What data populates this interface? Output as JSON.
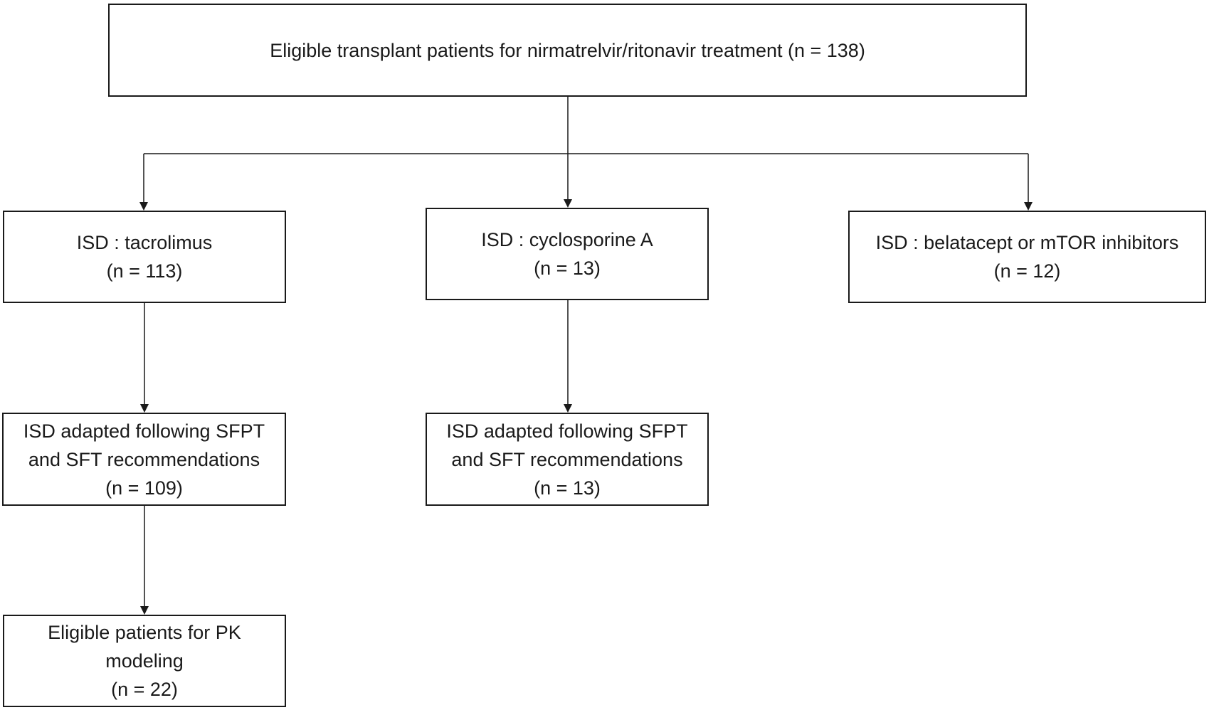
{
  "diagram": {
    "root": {
      "label": "Eligible transplant patients for nirmatrelvir/ritonavir treatment (n = 138)"
    },
    "tacrolimus": {
      "line1": "ISD : tacrolimus",
      "count": "(n = 113)"
    },
    "cyclosporine": {
      "line1": "ISD : cyclosporine A",
      "count": "(n = 13)"
    },
    "belatacept": {
      "line1": "ISD : belatacept or mTOR inhibitors",
      "count": "(n = 12)"
    },
    "tacrolimus_adapted": {
      "line1": "ISD adapted following SFPT",
      "line2": "and SFT recommendations",
      "count": "(n = 109)"
    },
    "cyclosporine_adapted": {
      "line1": "ISD adapted following SFPT",
      "line2": "and SFT recommendations",
      "count": "(n = 13)"
    },
    "pk_modeling": {
      "line1": "Eligible patients for PK",
      "line2": "modeling",
      "count": "(n = 22)"
    }
  },
  "colors": {
    "line": "#1a1a1a",
    "background": "#ffffff"
  }
}
